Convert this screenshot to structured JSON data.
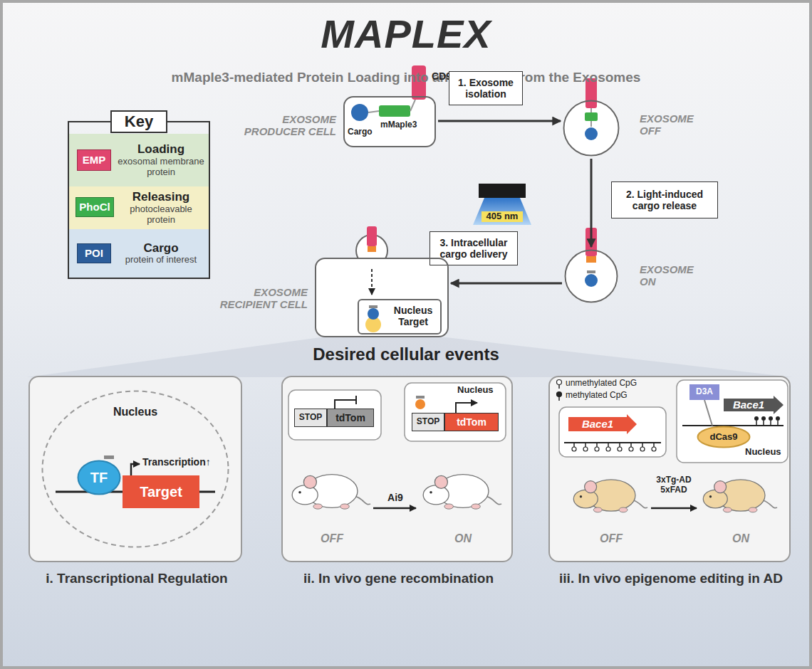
{
  "diagram": {
    "title": "MAPLEX",
    "nodes": [
      {
        "text": [
          "Key"
        ]
      },
      {
        "text": [
          "Loading",
          "exosomal membrane protein"
        ],
        "in": 0
      },
      {
        "text": [
          "EMP"
        ],
        "in": 1
      },
      {
        "text": [
          "Releasing",
          "photocleavable protein"
        ],
        "in": 0
      },
      {
        "text": [
          "PhoCl"
        ],
        "in": 3
      },
      {
        "text": [
          "Cargo",
          "protein of interest"
        ],
        "in": 0
      },
      {
        "text": [
          "POI"
        ],
        "in": 5
      },
      {
        "text": [
          "EXOSOME PRODUCER CELL",
          "CD9",
          "mMaple3",
          "Cargo"
        ]
      },
      {
        "text": [
          "1. Exosome isolation"
        ]
      },
      {
        "text": [
          "EXOSOME OFF"
        ]
      },
      {
        "text": [
          "2. Light-induced cargo release"
        ]
      },
      {
        "text": [
          "EXOSOME ON"
        ]
      },
      {
        "text": [
          "3. Intracellular cargo delivery"
        ]
      },
      {
        "text": [
          "EXOSOME RECIPIENT CELL"
        ]
      },
      {
        "text": [
          "Nucleus Target"
        ],
        "in": 13
      },
      {
        "text": [
          "i. Transcriptional Regulation"
        ]
      },
      {
        "text": [
          "Nucleus"
        ],
        "in": 15
      },
      {
        "text": [
          "TF"
        ],
        "in": 16
      },
      {
        "text": [
          "Target"
        ],
        "in": 16
      },
      {
        "text": [
          "ii. In vivo gene recombination"
        ]
      },
      {
        "text": [
          "STOP"
        ],
        "in": 19
      },
      {
        "text": [
          "tdTom"
        ],
        "in": 19
      },
      {
        "text": [
          "STOP"
        ],
        "in": 19
      },
      {
        "text": [
          "tdTom"
        ],
        "in": 19
      },
      {
        "text": [
          "iii. In vivo epigenome editing in AD"
        ]
      },
      {
        "text": [
          "Bace1"
        ],
        "in": 24
      },
      {
        "text": [
          "D3A"
        ],
        "in": 24
      },
      {
        "text": [
          "Bace1"
        ],
        "in": 24
      },
      {
        "text": [
          "dCas9"
        ],
        "in": 24
      }
    ],
    "edges": [
      {
        "from": 7,
        "to": 9,
        "arrow": "to"
      },
      {
        "from": 9,
        "to": 11,
        "arrow": "to"
      },
      {
        "from": 11,
        "to": 13,
        "arrow": "to"
      }
    ],
    "labels": [
      "mMaple3-mediated Protein Loading into and Release from the Exosomes",
      "405 nm",
      "Desired cellular events",
      "Transcription↑",
      "Nucleus",
      "Ai9",
      "OFF",
      "ON",
      "Nucleus",
      "3xTg-AD 5xFAD",
      "OFF",
      "ON"
    ],
    "legend": [
      {
        "text": "unmethylated CpG"
      },
      {
        "text": "methylated CpG"
      }
    ]
  }
}
